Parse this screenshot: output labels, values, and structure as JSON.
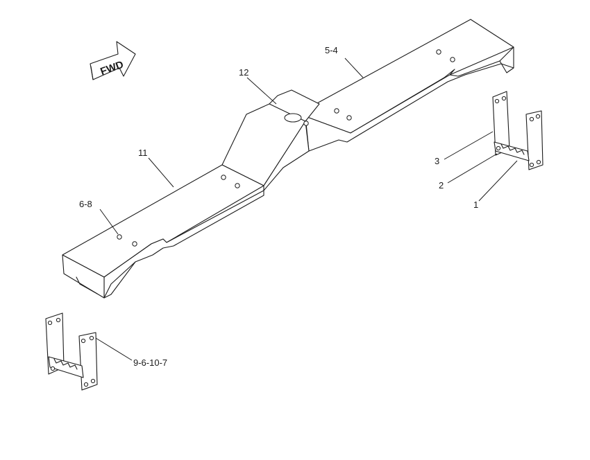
{
  "fwd_label": "FWD",
  "callouts": {
    "c54": "5-4",
    "c12": "12",
    "c11": "11",
    "c68": "6-8",
    "c3": "3",
    "c2": "2",
    "c1": "1",
    "c96107": "9-6-10-7"
  }
}
